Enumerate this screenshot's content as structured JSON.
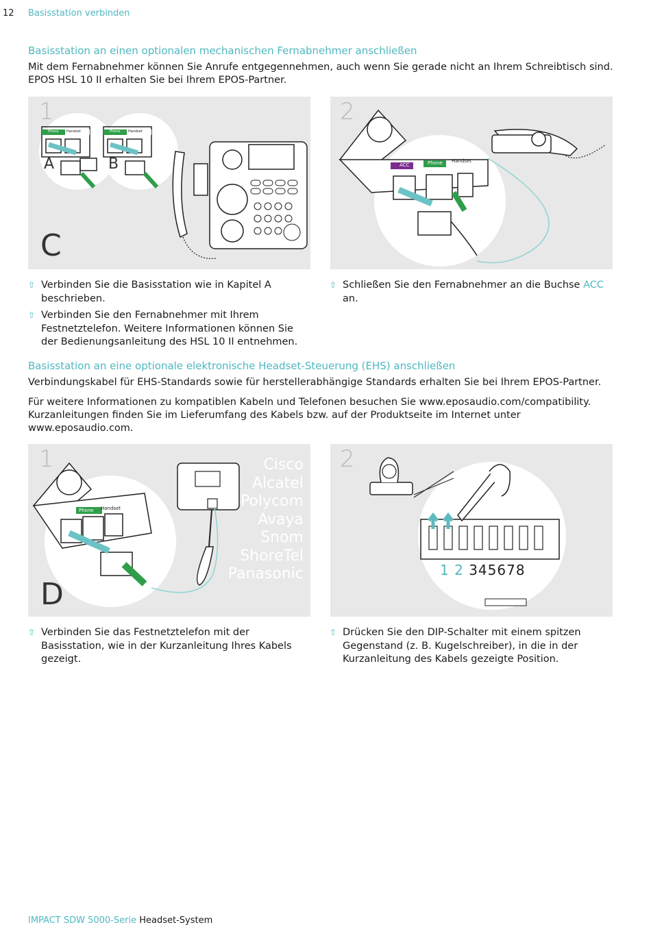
{
  "page": {
    "number": "12",
    "section": "Basisstation verbinden"
  },
  "sec1": {
    "heading": "Basisstation an einen optionalen mechanischen Fernabnehmer anschließen",
    "para1": "Mit dem Fernabnehmer können Sie Anrufe entgegennehmen, auch wenn Sie gerade nicht an Ihrem Schreibtisch sind.",
    "para2": "EPOS HSL 10 II erhalten Sie bei Ihrem EPOS-Partner.",
    "fig1": {
      "step": "1",
      "letter": "C",
      "label_a": "A",
      "label_b": "B",
      "port_phone": "Phone",
      "port_handset": "Handset"
    },
    "fig2": {
      "step": "2",
      "port_acc": "ACC",
      "port_phone": "Phone",
      "port_handset": "Handset"
    },
    "left_bullets": [
      "Verbinden Sie die Basisstation wie in Kapitel A beschrieben.",
      "Verbinden Sie den Fernabnehmer mit Ihrem Festnetztelefon. Weitere Informationen können Sie der Bedienungsanleitung des HSL 10 II entnehmen."
    ],
    "right_bullet_pre": "Schließen Sie den Fernabnehmer an die Buchse ",
    "right_bullet_acc": "ACC",
    "right_bullet_post": " an."
  },
  "sec2": {
    "heading": "Basisstation an eine optionale elektronische Headset-Steuerung (EHS) anschließen",
    "para1": "Verbindungskabel für EHS-Standards sowie für herstellerabhängige Standards erhalten Sie bei Ihrem EPOS-Partner.",
    "para2": "Für weitere Informationen zu kompatiblen Kabeln und Telefonen besuchen Sie www.eposaudio.com/compatibility.",
    "para3": "Kurzanleitungen finden Sie im Lieferumfang des Kabels bzw. auf der Produktseite im Internet unter",
    "para4": "www.eposaudio.com.",
    "fig3": {
      "step": "1",
      "letter": "D",
      "port_phone": "Phone",
      "port_handset": "Handset",
      "brands": [
        "Cisco",
        "Alcatel",
        "Polycom",
        "Avaya",
        "Snom",
        "ShoreTel",
        "Panasonic"
      ]
    },
    "fig4": {
      "step": "2",
      "dip_numbers": [
        "1",
        "2",
        "3",
        "4",
        "5",
        "6",
        "7",
        "8"
      ]
    },
    "left_bullet": "Verbinden Sie das Festnetztelefon mit der Basisstation, wie in der Kurzanleitung Ihres Kabels gezeigt.",
    "right_bullet": "Drücken Sie den DIP-Schalter mit einem spitzen Gegenstand (z. B. Kugelschreiber), in die in der Kurzanleitung des Kabels gezeigte Position."
  },
  "footer": {
    "product": "IMPACT SDW 5000-Serie",
    "type": "Headset-System"
  },
  "colors": {
    "accent": "#4fb8c0",
    "green": "#2f9e4a",
    "purple": "#7b2d8e",
    "panel": "#e8e8e8"
  }
}
